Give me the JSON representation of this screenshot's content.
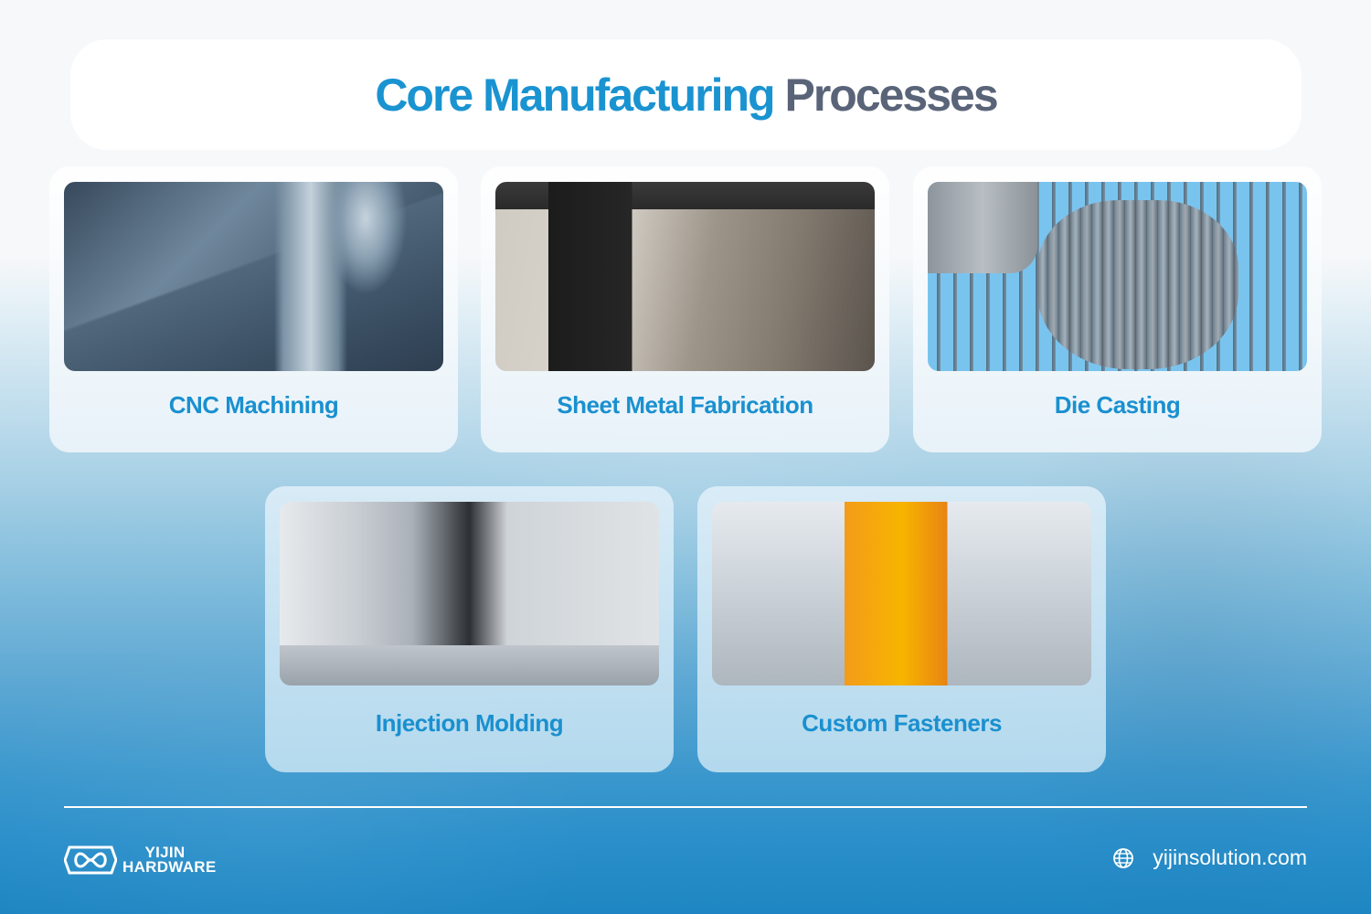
{
  "header": {
    "title_highlight": "Core Manufacturing",
    "title_rest": "Processes",
    "colors": {
      "highlight": "#1a93d1",
      "rest": "#5a6479"
    }
  },
  "cards": [
    {
      "label": "CNC Machining",
      "image": "cnc-machining-photo"
    },
    {
      "label": "Sheet Metal Fabrication",
      "image": "press-brake-photo"
    },
    {
      "label": "Die Casting",
      "image": "die-cast-heatsink-photo"
    },
    {
      "label": "Injection Molding",
      "image": "injection-molding-machine-photo"
    },
    {
      "label": "Custom Fasteners",
      "image": "factory-production-line-photo"
    }
  ],
  "footer": {
    "brand_line1": "YIJIN",
    "brand_line2": "HARDWARE",
    "website": "yijinsolution.com",
    "website_icon": "globe-icon"
  },
  "theme": {
    "label_color": "#1a90cf",
    "bottom_blue": "#1e86c2",
    "top_background": "#f6f8fa"
  }
}
